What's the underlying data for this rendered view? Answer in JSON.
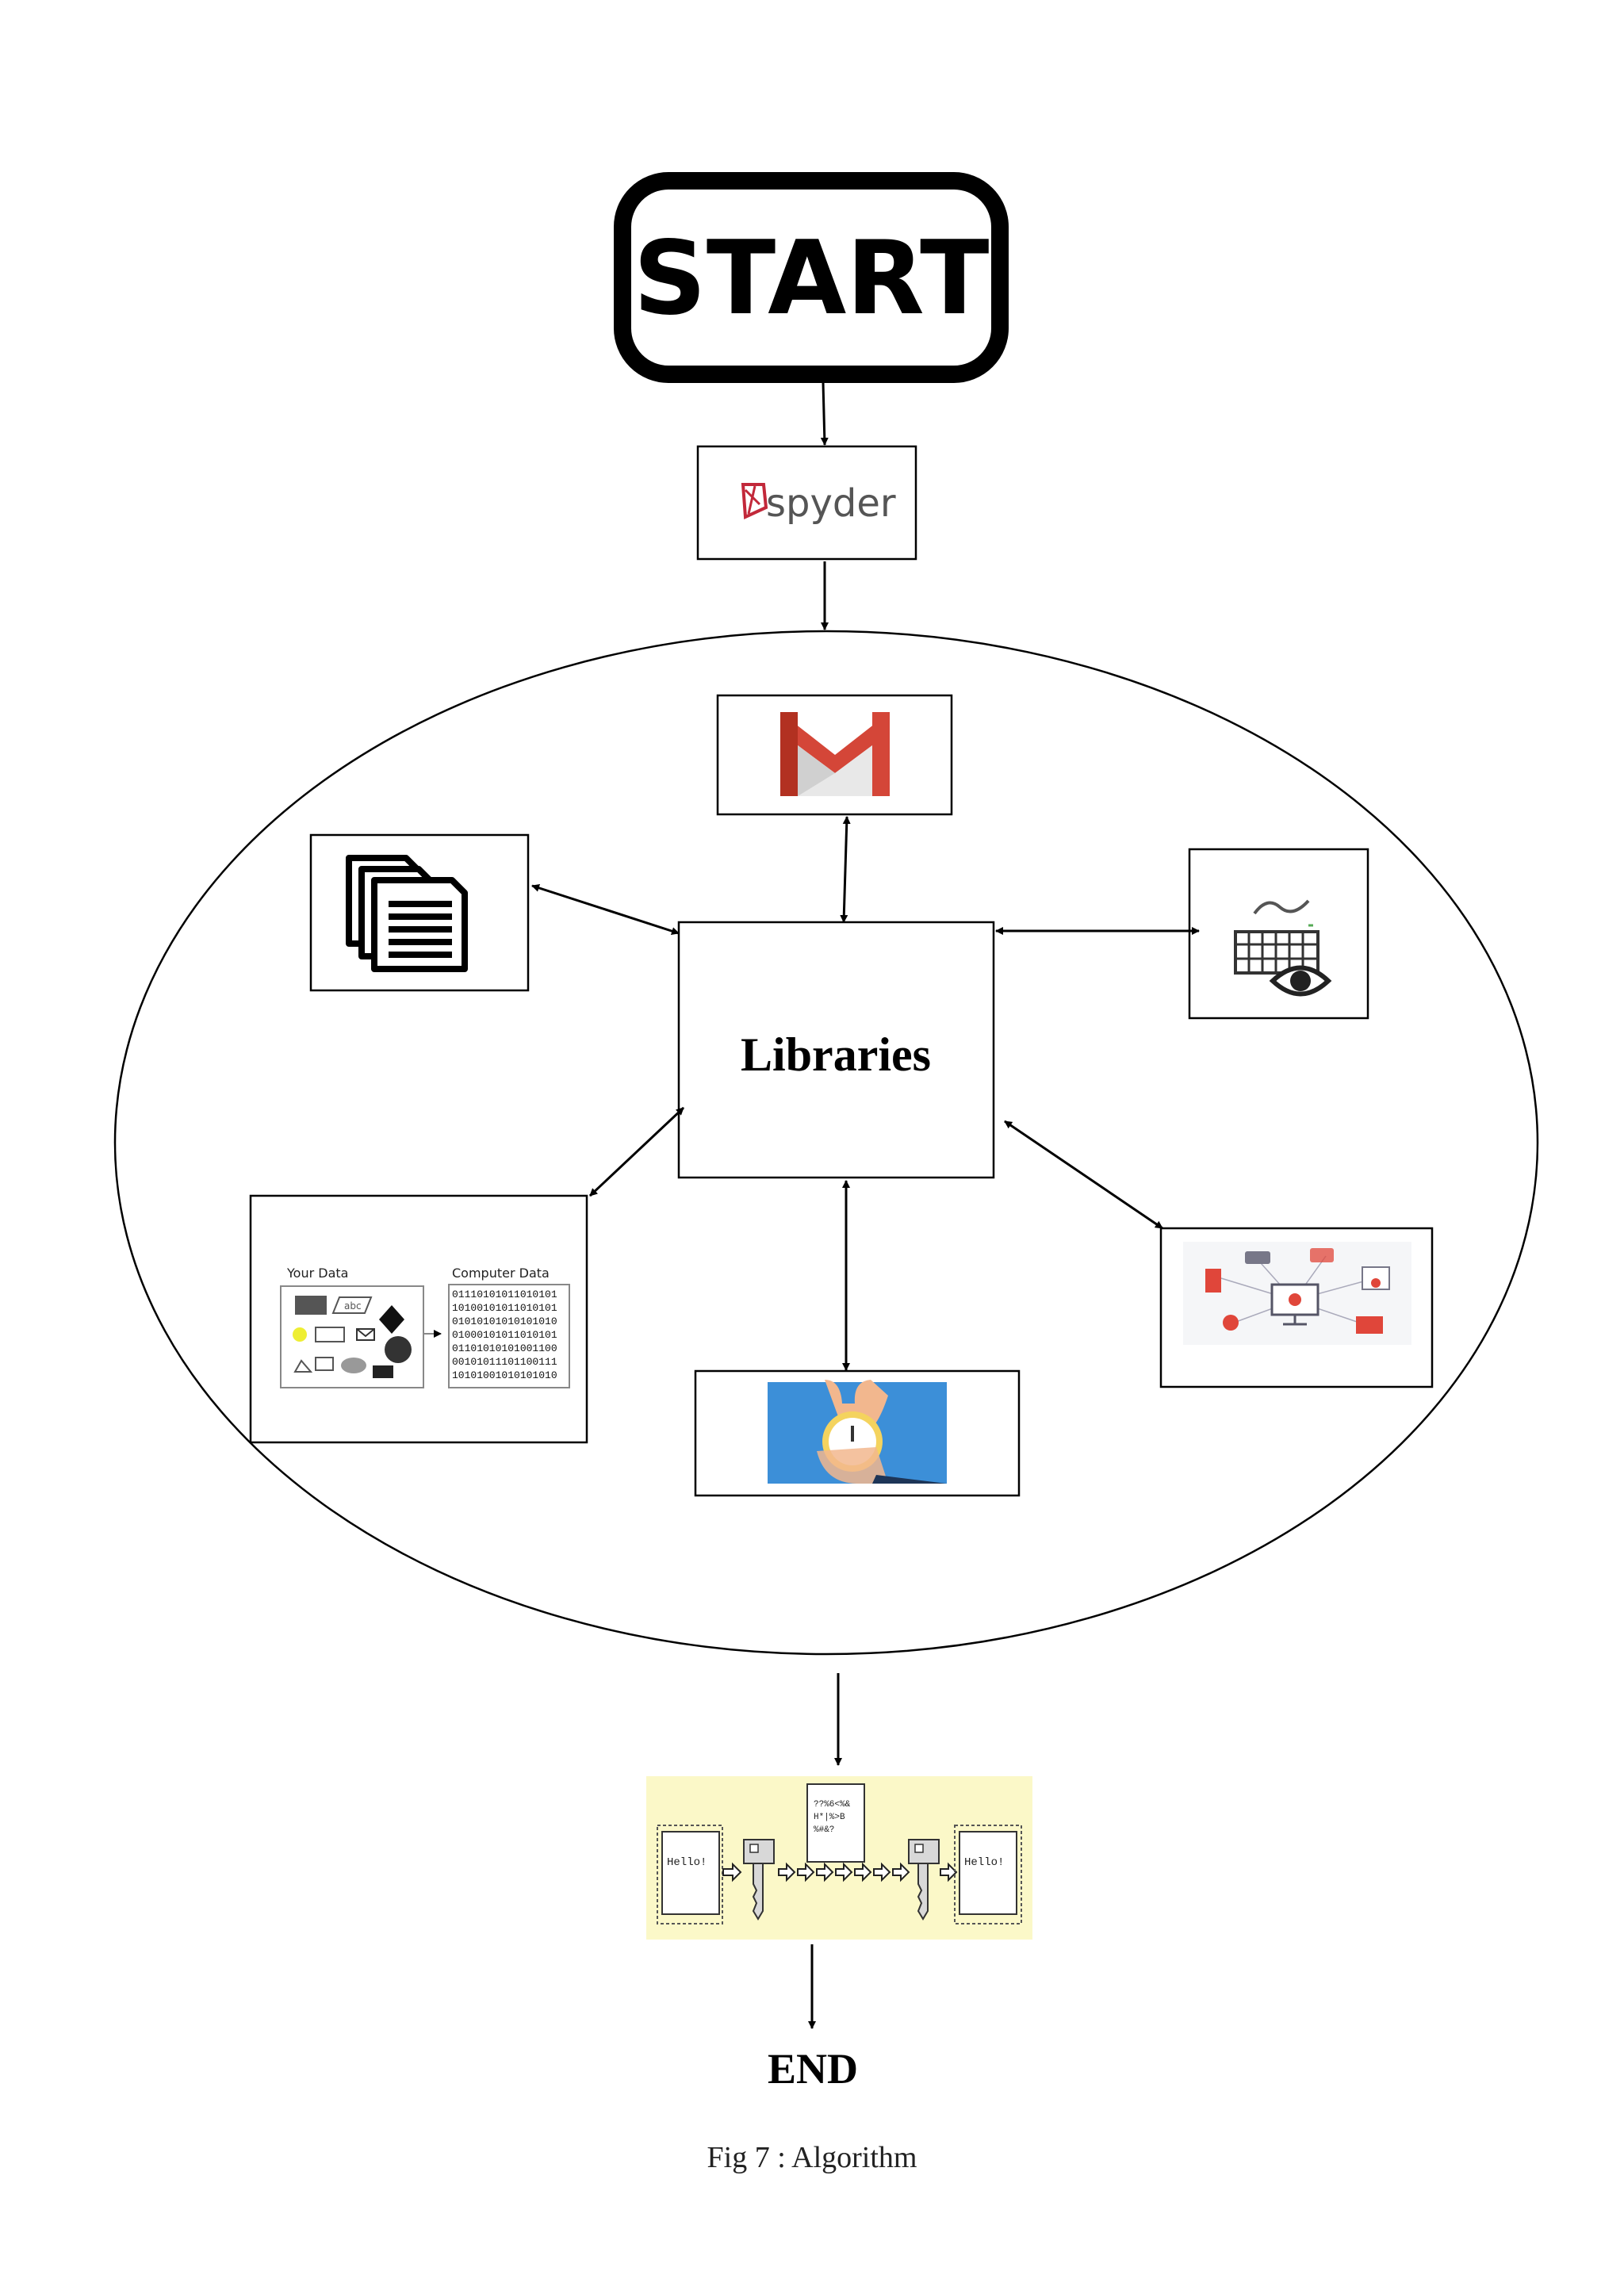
{
  "diagram": {
    "start_label": "START",
    "spyder_label": "spyder",
    "center_label": "Libraries",
    "end_label": "END",
    "caption": "Fig 7 : Algorithm",
    "conversion": {
      "left_title": "Your Data",
      "right_title": "Computer Data",
      "abc_label": "abc",
      "binary_rows": [
        "01110101011010101",
        "10100101011010101",
        "01010101010101010",
        "01000101011010101",
        "01101010101001100",
        "00101011101100111",
        "10101001010101010"
      ]
    },
    "encryption": {
      "plain_left": "Hello!",
      "plain_right": "Hello!",
      "cipher_lines": [
        "??%6<%&",
        "H*|%>B",
        "%#&?"
      ]
    },
    "colors": {
      "gmail_red": "#d44638",
      "gmail_dark_red": "#b23121",
      "spyder_red": "#c2283a",
      "clock_bg": "#3c8fd8",
      "hand": "#f2b78e",
      "yellow_bg": "#fbf8c8",
      "monitor_red": "#e0463a"
    }
  }
}
